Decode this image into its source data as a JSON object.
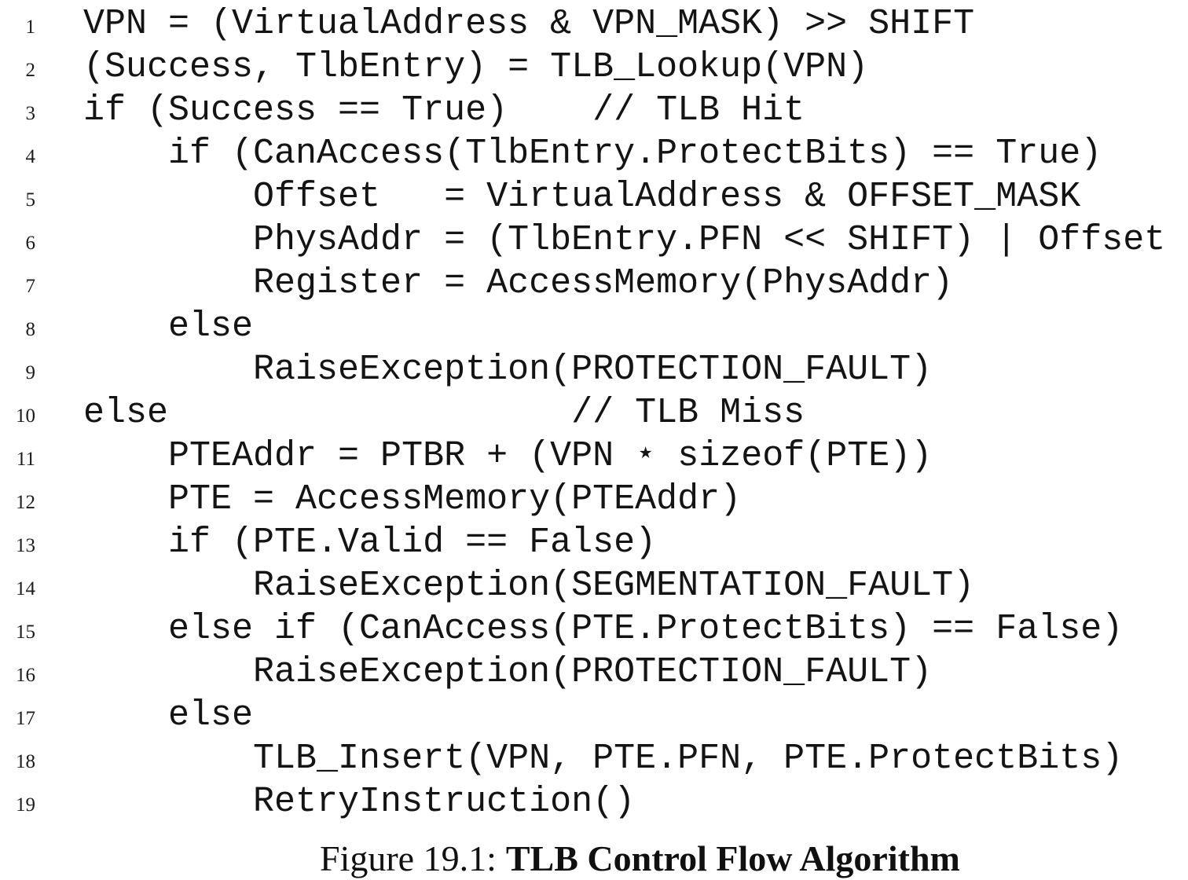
{
  "colors": {
    "background": "#ffffff",
    "text": "#141414"
  },
  "code": {
    "lines": [
      {
        "n": 1,
        "text": "VPN = (VirtualAddress & VPN_MASK) >> SHIFT"
      },
      {
        "n": 2,
        "text": "(Success, TlbEntry) = TLB_Lookup(VPN)"
      },
      {
        "n": 3,
        "text": "if (Success == True)    // TLB Hit"
      },
      {
        "n": 4,
        "text": "    if (CanAccess(TlbEntry.ProtectBits) == True)"
      },
      {
        "n": 5,
        "text": "        Offset   = VirtualAddress & OFFSET_MASK"
      },
      {
        "n": 6,
        "text": "        PhysAddr = (TlbEntry.PFN << SHIFT) | Offset"
      },
      {
        "n": 7,
        "text": "        Register = AccessMemory(PhysAddr)"
      },
      {
        "n": 8,
        "text": "    else"
      },
      {
        "n": 9,
        "text": "        RaiseException(PROTECTION_FAULT)"
      },
      {
        "n": 10,
        "text": "else                   // TLB Miss"
      },
      {
        "n": 11,
        "text": "    PTEAddr = PTBR + (VPN ⋆ sizeof(PTE))"
      },
      {
        "n": 12,
        "text": "    PTE = AccessMemory(PTEAddr)"
      },
      {
        "n": 13,
        "text": "    if (PTE.Valid == False)"
      },
      {
        "n": 14,
        "text": "        RaiseException(SEGMENTATION_FAULT)"
      },
      {
        "n": 15,
        "text": "    else if (CanAccess(PTE.ProtectBits) == False)"
      },
      {
        "n": 16,
        "text": "        RaiseException(PROTECTION_FAULT)"
      },
      {
        "n": 17,
        "text": "    else"
      },
      {
        "n": 18,
        "text": "        TLB_Insert(VPN, PTE.PFN, PTE.ProtectBits)"
      },
      {
        "n": 19,
        "text": "        RetryInstruction()"
      }
    ]
  },
  "caption": {
    "prefix": "Figure 19.1:",
    "title": "TLB Control Flow Algorithm"
  }
}
